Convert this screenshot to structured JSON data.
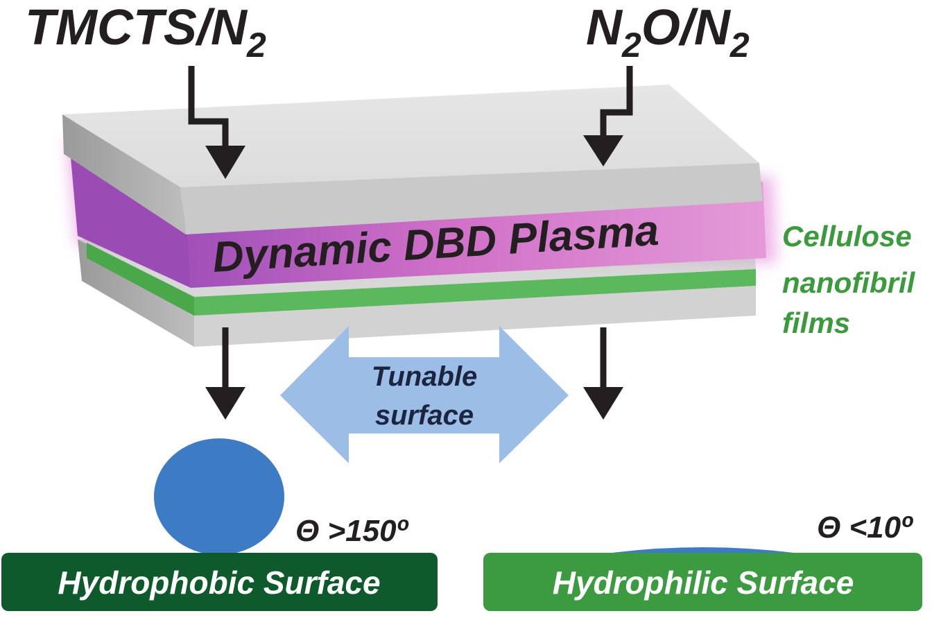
{
  "inputs": {
    "left": {
      "main": "TMCTS/N",
      "sub": "2"
    },
    "right": {
      "main1": "N",
      "sub1": "2",
      "main2": "O/N",
      "sub2": "2"
    }
  },
  "plasma": {
    "label": "Dynamic DBD Plasma",
    "color": "#d070c8"
  },
  "film": {
    "line1": "Cellulose",
    "line2": "nanofibril",
    "line3": "films",
    "color": "#3a9a3c"
  },
  "tunable": {
    "line1": "Tunable",
    "line2": "surface",
    "arrow_color": "#9cbde6"
  },
  "hydrophobic": {
    "angle": "Θ >150º",
    "label": "Hydrophobic Surface",
    "color": "#0f5a2c"
  },
  "hydrophilic": {
    "angle": "Θ <10º",
    "label": "Hydrophilic Surface",
    "color": "#3c9a40"
  },
  "droplet_color": "#3d7cc4"
}
